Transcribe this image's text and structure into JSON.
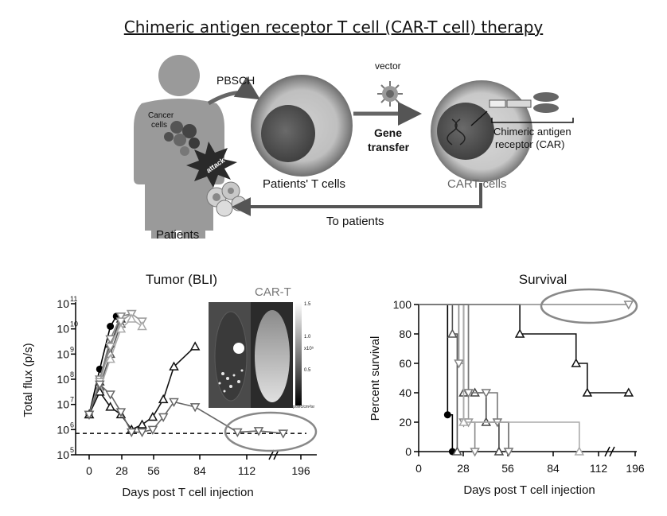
{
  "title": "Chimeric antigen receptor T cell (CAR-T cell) therapy",
  "schematic": {
    "pbsch": "PBSCH",
    "vector": "vector",
    "gene_transfer_line1": "Gene",
    "gene_transfer_line2": "transfer",
    "car_line1": "Chimeric antigen",
    "car_line2": "receptor (CAR)",
    "patients_t_cells": "Patients' T cells",
    "cart_cells": "CART cells",
    "to_patients": "To patients",
    "patients": "Patients",
    "cancer_cells_line1": "Cancer",
    "cancer_cells_line2": "cells",
    "attack": "attack"
  },
  "inset": {
    "label": "CAR-T",
    "scale_ticks": [
      "1.5",
      "1.0",
      "0.5"
    ],
    "scale_unit": "x10⁵",
    "scale_footer": "p/sec/cm²/sr"
  },
  "chart_data": [
    {
      "type": "line",
      "title": "Tumor (BLI)",
      "xlabel": "Days post T cell injection",
      "ylabel": "Total flux (p/s)",
      "y_scale": "log",
      "ylim_log10": [
        5,
        11
      ],
      "x_ticks": [
        "0",
        "28",
        "56",
        "84",
        "112",
        "196"
      ],
      "y_ticks": [
        "10",
        "10",
        "10",
        "10",
        "10",
        "10",
        "10"
      ],
      "y_tick_exponents": [
        "5",
        "6",
        "7",
        "8",
        "9",
        "10",
        "11"
      ],
      "threshold_log10": 5.85,
      "series": [
        {
          "x": [
            0,
            7,
            14,
            18
          ],
          "log10_y": [
            6.6,
            8.4,
            10.1,
            10.5
          ],
          "color": "#000000",
          "marker": "circle"
        },
        {
          "x": [
            0,
            7,
            14,
            21
          ],
          "log10_y": [
            6.6,
            7.9,
            9.4,
            10.4
          ],
          "color": "#333333",
          "marker": "triangle-up"
        },
        {
          "x": [
            0,
            7,
            14,
            21
          ],
          "log10_y": [
            6.6,
            7.7,
            9.0,
            10.2
          ],
          "color": "#555555",
          "marker": "triangle-up"
        },
        {
          "x": [
            0,
            7,
            14,
            21,
            28
          ],
          "log10_y": [
            6.6,
            8.0,
            9.6,
            10.5,
            10.6
          ],
          "color": "#808080",
          "marker": "triangle-down"
        },
        {
          "x": [
            0,
            7,
            14,
            21,
            28,
            35
          ],
          "log10_y": [
            6.6,
            7.9,
            9.3,
            10.3,
            10.6,
            10.3
          ],
          "color": "#999999",
          "marker": "triangle-down"
        },
        {
          "x": [
            0,
            7,
            14,
            21,
            28,
            35
          ],
          "log10_y": [
            6.6,
            7.6,
            8.8,
            10.0,
            10.4,
            10.1
          ],
          "color": "#aaaaaa",
          "marker": "triangle-up"
        },
        {
          "x": [
            0,
            7,
            14,
            21,
            28,
            35,
            42,
            49,
            56,
            70
          ],
          "log10_y": [
            6.6,
            7.5,
            6.9,
            6.6,
            6.0,
            6.2,
            6.5,
            7.2,
            8.5,
            9.3
          ],
          "color": "#111111",
          "marker": "triangle-up"
        },
        {
          "x": [
            0,
            7,
            14,
            21,
            28,
            35,
            42,
            49,
            56,
            70,
            98,
            112,
            126
          ],
          "log10_y": [
            6.6,
            7.8,
            7.4,
            6.7,
            5.9,
            5.9,
            6.0,
            6.5,
            7.1,
            6.9,
            5.9,
            5.95,
            5.85
          ],
          "color": "#666666",
          "marker": "triangle-down"
        }
      ]
    },
    {
      "type": "line",
      "title": "Survival",
      "xlabel": "Days post T cell injection",
      "ylabel": "Percent survival",
      "ylim": [
        0,
        100
      ],
      "x_ticks": [
        "0",
        "28",
        "56",
        "84",
        "112",
        "196"
      ],
      "y_ticks": [
        "0",
        "20",
        "40",
        "60",
        "80",
        "100"
      ],
      "series": [
        {
          "step_x": [
            0,
            18,
            21
          ],
          "step_y": [
            100,
            25,
            0
          ],
          "color": "#000000",
          "marker": "circle"
        },
        {
          "step_x": [
            0,
            21,
            24
          ],
          "step_y": [
            100,
            80,
            0
          ],
          "color": "#555555",
          "marker": "triangle-up"
        },
        {
          "step_x": [
            0,
            25,
            28,
            35
          ],
          "step_y": [
            100,
            60,
            20,
            0
          ],
          "color": "#888888",
          "marker": "triangle-down"
        },
        {
          "step_x": [
            0,
            28,
            35,
            42,
            50
          ],
          "step_y": [
            100,
            40,
            40,
            20,
            0
          ],
          "color": "#444444",
          "marker": "triangle-up"
        },
        {
          "step_x": [
            0,
            31,
            56
          ],
          "step_y": [
            100,
            20,
            0
          ],
          "color": "#999999",
          "marker": "triangle-down"
        },
        {
          "step_x": [
            0,
            31,
            42,
            49,
            56
          ],
          "step_y": [
            100,
            40,
            40,
            20,
            0
          ],
          "color": "#777777",
          "marker": "triangle-down"
        },
        {
          "step_x": [
            0,
            28,
            100
          ],
          "step_y": [
            100,
            20,
            0
          ],
          "color": "#aaaaaa",
          "marker": "triangle-up"
        },
        {
          "step_x": [
            0,
            63,
            98,
            105,
            130
          ],
          "step_y": [
            100,
            80,
            60,
            40,
            40
          ],
          "color": "#111111",
          "marker": "triangle-up"
        },
        {
          "step_x": [
            0,
            130
          ],
          "step_y": [
            100,
            100
          ],
          "color": "#888888",
          "marker": "triangle-down"
        }
      ]
    }
  ]
}
